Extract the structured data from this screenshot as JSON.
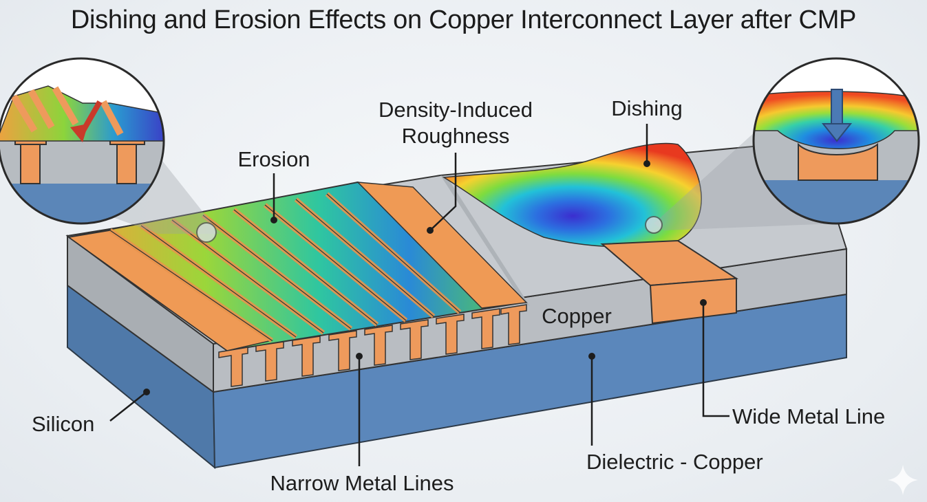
{
  "title": "Dishing and Erosion Effects on Copper Interconnect Layer after CMP",
  "labels": {
    "density": [
      "Density-Induced",
      "Roughness"
    ],
    "dishing": "Dishing",
    "erosion": "Erosion",
    "copper": "Copper",
    "silicon": "Silicon",
    "wide_metal_line": "Wide Metal Line",
    "dielectric_copper": "Dielectric - Copper",
    "narrow_metal_lines": "Narrow Metal Lines"
  },
  "colors": {
    "copper": "#ee9a5c",
    "dielectric": "#b7bcc1",
    "silicon": "#5b86b8",
    "outline": "#333333"
  }
}
